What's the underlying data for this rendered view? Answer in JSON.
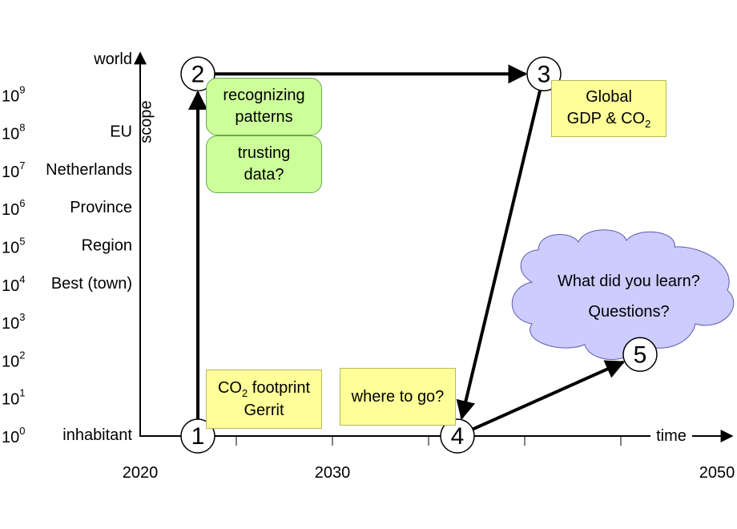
{
  "axes": {
    "y_title": "scope",
    "x_title": "time",
    "y_levels": [
      {
        "name": "inhabitant",
        "power": "10",
        "exp": "0"
      },
      {
        "name": "",
        "power": "10",
        "exp": "1"
      },
      {
        "name": "",
        "power": "10",
        "exp": "2"
      },
      {
        "name": "",
        "power": "10",
        "exp": "3"
      },
      {
        "name": "Best (town)",
        "power": "10",
        "exp": "4"
      },
      {
        "name": "Region",
        "power": "10",
        "exp": "5"
      },
      {
        "name": "Province",
        "power": "10",
        "exp": "6"
      },
      {
        "name": "Netherlands",
        "power": "10",
        "exp": "7"
      },
      {
        "name": "EU",
        "power": "10",
        "exp": "8"
      },
      {
        "name": "world",
        "power": "10",
        "exp": "9"
      }
    ],
    "x_ticks": [
      "2020",
      "2030",
      "2050"
    ]
  },
  "steps": [
    {
      "label": "1",
      "year": 2023,
      "scope_exp": 0
    },
    {
      "label": "2",
      "year": 2023,
      "scope_exp": 9.55
    },
    {
      "label": "3",
      "year": 2041,
      "scope_exp": 9.55
    },
    {
      "label": "4",
      "year": 2036.5,
      "scope_exp": 0
    },
    {
      "label": "5",
      "year": 2046,
      "scope_exp": 2.15
    }
  ],
  "notes": {
    "co2_footprint_line1_pre": "CO",
    "co2_footprint_line1_sub": "2",
    "co2_footprint_line1_post": " footprint",
    "co2_footprint_line2": "Gerrit",
    "recognizing_line1": "recognizing",
    "recognizing_line2": "patterns",
    "trusting_line1": "trusting",
    "trusting_line2": "data?",
    "global_line1": "Global",
    "global_line2_pre": "GDP & CO",
    "global_line2_sub": "2",
    "where_to_go": "where to go?",
    "cloud_line1": "What did you learn?",
    "cloud_line2": "Questions?"
  },
  "colors": {
    "note_yellow": "#ffff99",
    "note_green": "#ccff99",
    "cloud": "#ccccff"
  }
}
